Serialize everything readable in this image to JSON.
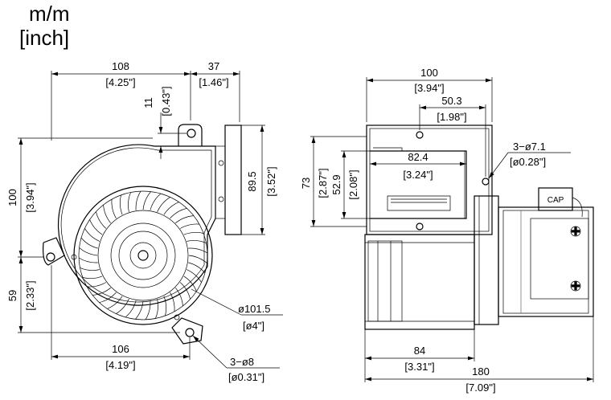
{
  "units": {
    "metric": "m/m",
    "imperial": "[inch]"
  },
  "front_view": {
    "width_top": {
      "mm": "108",
      "inch": "[4.25\"]"
    },
    "flange_width": {
      "mm": "37",
      "inch": "[1.46\"]"
    },
    "tab_offset": {
      "mm": "11",
      "inch": "[0.43\"]"
    },
    "outlet_height": {
      "mm": "89.5",
      "inch": "[3.52\"]"
    },
    "height_upper": {
      "mm": "100",
      "inch": "[3.94\"]"
    },
    "height_lower": {
      "mm": "59",
      "inch": "[2.33\"]"
    },
    "impeller_diameter": {
      "mm": "ø101.5",
      "inch": "[ø4\"]"
    },
    "width_bottom": {
      "mm": "106",
      "inch": "[4.19\"]"
    },
    "mount_holes": {
      "mm": "3−ø8",
      "inch": "[ø0.31\"]"
    }
  },
  "side_view": {
    "outlet_width": {
      "mm": "100",
      "inch": "[3.94\"]"
    },
    "hole_spacing": {
      "mm": "50.3",
      "inch": "[1.98\"]"
    },
    "inner_width": {
      "mm": "82.4",
      "inch": "[3.24\"]"
    },
    "flange_height": {
      "mm": "73",
      "inch": "[2.87\"]"
    },
    "inner_height": {
      "mm": "52.9",
      "inch": "[2.08\"]"
    },
    "flange_holes": {
      "mm": "3−ø7.1",
      "inch": "[ø0.28\"]"
    },
    "capacitor_label": "CAP",
    "housing_depth": {
      "mm": "84",
      "inch": "[3.31\"]"
    },
    "overall_length": {
      "mm": "180",
      "inch": "[7.09\"]"
    }
  }
}
